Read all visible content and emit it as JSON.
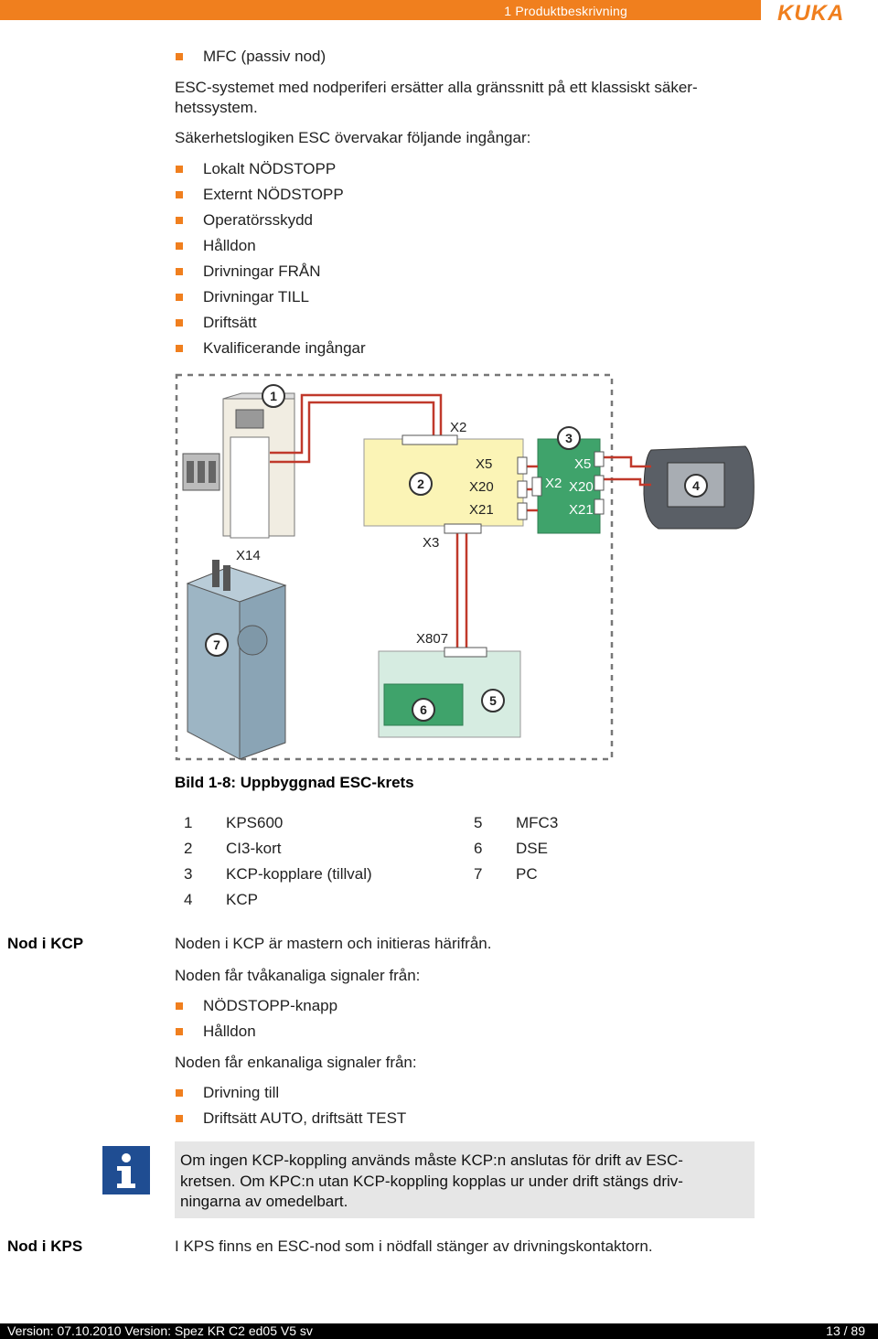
{
  "header": {
    "chapter": "1 Produktbeskrivning",
    "logo": "KUKA",
    "accent_color": "#f07f1e"
  },
  "intro": {
    "bullet_mfc": "MFC (passiv nod)",
    "esc_line1": "ESC-systemet med nodperiferi ersätter alla gränssnitt på ett klassiskt säker-",
    "esc_line2": "hetssystem.",
    "logic_heading": "Säkerhetslogiken ESC övervakar följande ingångar:",
    "inputs": [
      "Lokalt NÖDSTOPP",
      "Externt NÖDSTOPP",
      "Operatörsskydd",
      "Hålldon",
      "Drivningar FRÅN",
      "Drivningar TILL",
      "Driftsätt",
      "Kvalificerande ingångar"
    ]
  },
  "figure": {
    "callouts": [
      "1",
      "2",
      "3",
      "4",
      "5",
      "6",
      "7"
    ],
    "connectors": {
      "x2_card": "X2",
      "x5_card": "X5",
      "x20_card": "X20",
      "x21_card": "X21",
      "x3": "X3",
      "x14": "X14",
      "x2_coupler": "X2",
      "x5_coupler": "X5",
      "x20_coupler": "X20",
      "x21_coupler": "X21",
      "x807": "X807"
    },
    "caption": "Bild 1-8: Uppbyggnad ESC-krets"
  },
  "legend": [
    {
      "num": "1",
      "label": "KPS600"
    },
    {
      "num": "2",
      "label": "CI3-kort"
    },
    {
      "num": "3",
      "label": "KCP-kopplare (tillval)"
    },
    {
      "num": "4",
      "label": "KCP"
    },
    {
      "num": "5",
      "label": "MFC3"
    },
    {
      "num": "6",
      "label": "DSE"
    },
    {
      "num": "7",
      "label": "PC"
    }
  ],
  "nod_kcp": {
    "label": "Nod i KCP",
    "line1": "Noden i KCP är mastern och initieras härifrån.",
    "two_channel_heading": "Noden får tvåkanaliga signaler från:",
    "two_channel": [
      "NÖDSTOPP-knapp",
      "Hålldon"
    ],
    "one_channel_heading": "Noden får enkanaliga signaler från:",
    "one_channel": [
      "Drivning till",
      "Driftsätt AUTO, driftsätt TEST"
    ]
  },
  "note": {
    "icon": "info-icon",
    "line1": "Om ingen KCP-koppling används måste KCP:n anslutas för drift av ESC-",
    "line2": "kretsen. Om KPC:n utan KCP-koppling kopplas ur under drift stängs driv-",
    "line3": "ningarna av omedelbart."
  },
  "nod_kps": {
    "label": "Nod i KPS",
    "text": "I KPS finns en ESC-nod som i nödfall stänger av drivningskontaktorn."
  },
  "footer": {
    "version": "Version: 07.10.2010 Version: Spez KR C2 ed05 V5 sv",
    "page": "13 / 89"
  }
}
